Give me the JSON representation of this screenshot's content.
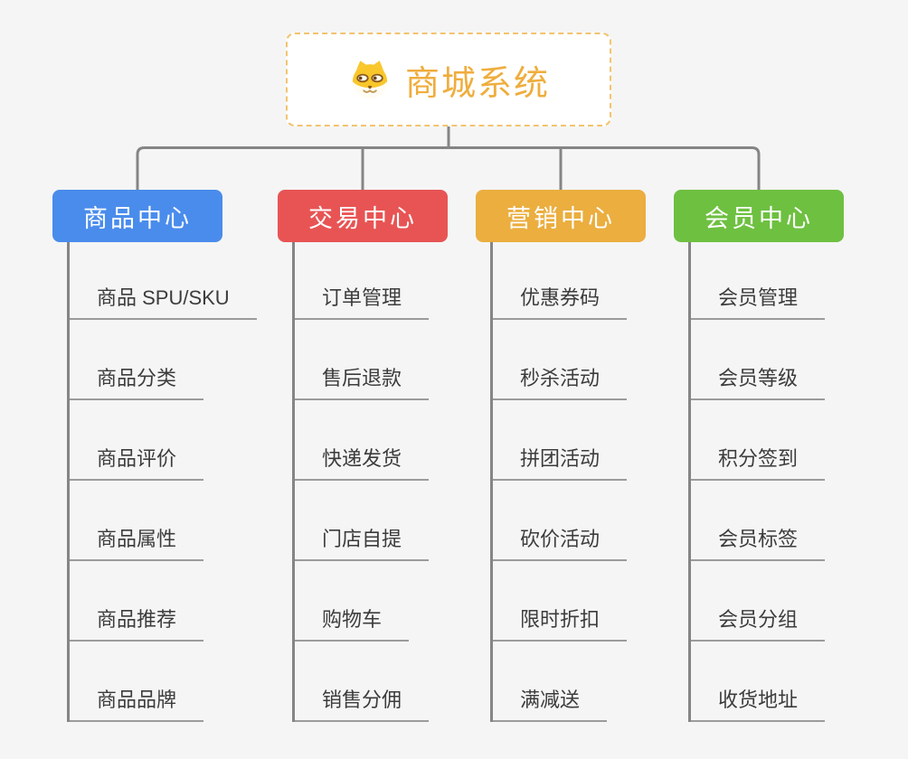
{
  "root": {
    "title": "商城系统",
    "title_color": "#efad3d",
    "border_color": "#f3c36f",
    "icon": "shiba-dog-icon"
  },
  "connector_color": "#858585",
  "underline_color": "#9b9b9b",
  "leaf_text_color": "#3c3c3c",
  "background_color": "#f5f5f5",
  "branches": [
    {
      "label": "商品中心",
      "color": "#4a8cec",
      "children": [
        "商品 SPU/SKU",
        "商品分类",
        "商品评价",
        "商品属性",
        "商品推荐",
        "商品品牌"
      ]
    },
    {
      "label": "交易中心",
      "color": "#e85454",
      "children": [
        "订单管理",
        "售后退款",
        "快递发货",
        "门店自提",
        "购物车",
        "销售分佣"
      ]
    },
    {
      "label": "营销中心",
      "color": "#ebae3f",
      "children": [
        "优惠券码",
        "秒杀活动",
        "拼团活动",
        "砍价活动",
        "限时折扣",
        "满减送"
      ]
    },
    {
      "label": "会员中心",
      "color": "#6ec041",
      "children": [
        "会员管理",
        "会员等级",
        "积分签到",
        "会员标签",
        "会员分组",
        "收货地址"
      ]
    }
  ]
}
